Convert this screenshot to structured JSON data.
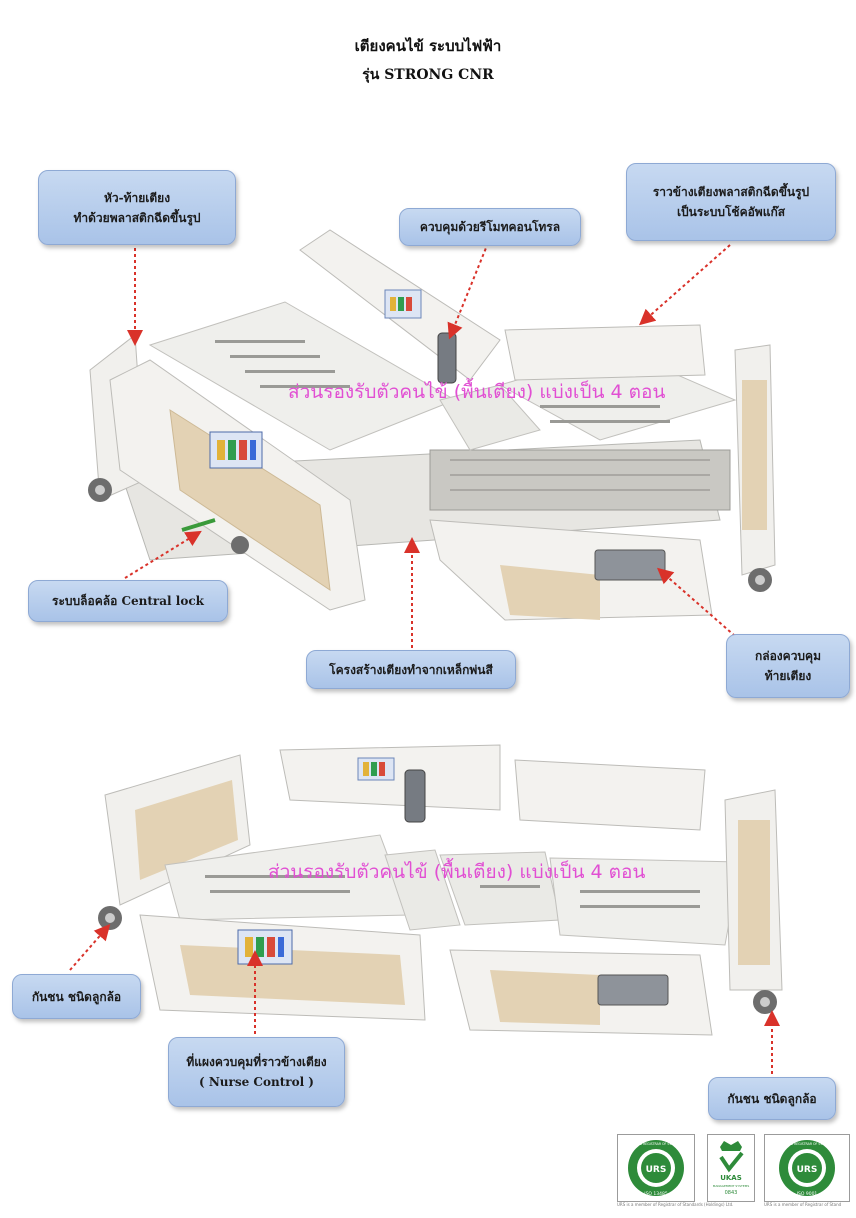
{
  "document": {
    "title_line1": "เตียงคนไข้ ระบบไฟฟ้า",
    "title_line2": "รุ่น STRONG CNR"
  },
  "bed_top": {
    "overlay_text": "ส่วนรองรับตัวคนไข้ (พื้นเตียง) แบ่งเป็น 4 ตอน",
    "callouts": {
      "head_foot_board": [
        "หัว-ท้ายเตียง",
        "ทำด้วยพลาสติกฉีดขึ้นรูป"
      ],
      "remote_control": "ควบคุมด้วยรีโมทคอนโทรล",
      "side_rail": [
        "ราวข้างเตียงพลาสติกฉีดขึ้นรูป",
        "เป็นระบบโช้คอัพแก๊ส"
      ],
      "central_lock": "ระบบล็อคล้อ Central  lock",
      "frame": "โครงสร้างเตียงทำจากเหล็กพ่นสี",
      "foot_control_box": [
        "กล่องควบคุม",
        "ท้ายเตียง"
      ]
    }
  },
  "bed_bottom": {
    "overlay_text": "ส่วนรองรับตัวคนไข้ (พื้นเตียง) แบ่งเป็น 4 ตอน",
    "callouts": {
      "bumper_left": "กันชน ชนิดลูกล้อ",
      "nurse_control": [
        "ที่แผงควบคุมที่ราวข้างเตียง",
        "( Nurse Control )"
      ],
      "bumper_right": "กันชน ชนิดลูกล้อ"
    }
  },
  "certifications": {
    "badge1_text": "URS",
    "badge1_ring": "UNITED REGISTRAR OF SYSTEMS",
    "badge1_iso": "ISO 13485",
    "badge2_text": "UKAS",
    "badge2_sub": "MANAGEMENT SYSTEMS",
    "badge2_num": "0843",
    "badge3_text": "URS",
    "badge3_ring": "UNITED REGISTRAR OF SYSTEMS",
    "badge3_iso": "ISO 9001",
    "caption1": "URS is a member of Registrar of Standards (Holdings) Ltd.",
    "caption2": "URS is a member of Registrar of Stand"
  },
  "colors": {
    "callout_fill": "#b8cdee",
    "arrow": "#d9322a",
    "overlay_text": "#e14fd3",
    "cert_green": "#2e8b3a"
  }
}
